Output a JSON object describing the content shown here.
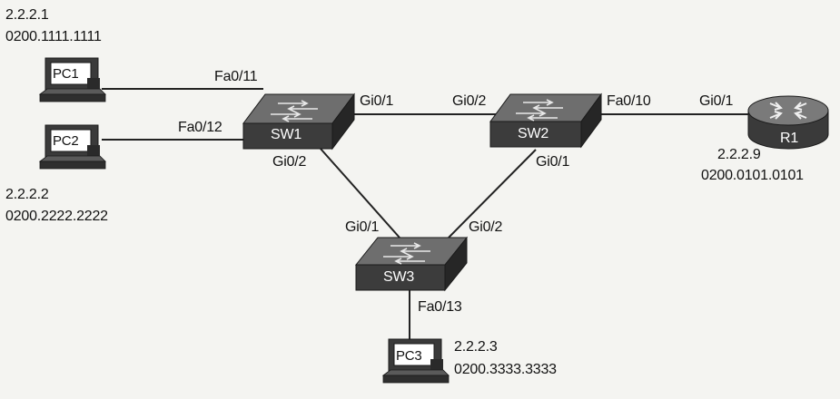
{
  "devices": {
    "pc1": {
      "name": "PC1",
      "ip": "2.2.2.1",
      "mac": "0200.1111.1111"
    },
    "pc2": {
      "name": "PC2",
      "ip": "2.2.2.2",
      "mac": "0200.2222.2222"
    },
    "pc3": {
      "name": "PC3",
      "ip": "2.2.2.3",
      "mac": "0200.3333.3333"
    },
    "sw1": {
      "name": "SW1"
    },
    "sw2": {
      "name": "SW2"
    },
    "sw3": {
      "name": "SW3"
    },
    "r1": {
      "name": "R1",
      "ip": "2.2.2.9",
      "mac": "0200.0101.0101"
    }
  },
  "links": [
    {
      "id": "pc1-sw1",
      "a": "pc1",
      "b": "sw1",
      "b_port": "Fa0/11"
    },
    {
      "id": "pc2-sw1",
      "a": "pc2",
      "b": "sw1",
      "b_port": "Fa0/12"
    },
    {
      "id": "sw1-sw2",
      "a": "sw1",
      "a_port": "Gi0/1",
      "b": "sw2",
      "b_port": "Gi0/2"
    },
    {
      "id": "sw2-r1",
      "a": "sw2",
      "a_port": "Fa0/10",
      "b": "r1",
      "b_port": "Gi0/1"
    },
    {
      "id": "sw1-sw3",
      "a": "sw1",
      "a_port": "Gi0/2",
      "b": "sw3",
      "b_port": "Gi0/1"
    },
    {
      "id": "sw2-sw3",
      "a": "sw2",
      "a_port": "Gi0/1",
      "b": "sw3",
      "b_port": "Gi0/2"
    },
    {
      "id": "sw3-pc3",
      "a": "sw3",
      "a_port": "Fa0/13",
      "b": "pc3"
    }
  ],
  "colors": {
    "switch_top": "#6e6e6e",
    "switch_front": "#3c3c3c",
    "switch_side": "#262626",
    "router_top": "#7a7a7a",
    "router_body": "#3a3a3a",
    "link": "#222222"
  }
}
